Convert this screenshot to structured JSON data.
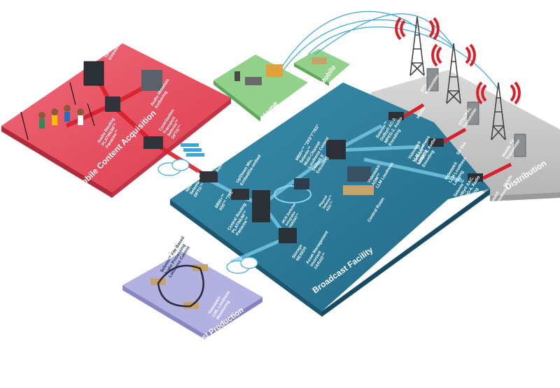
{
  "zones": {
    "mobile": "Mobile Content Acquisition",
    "broadcast": "Broadcast Facility",
    "post": "Post Production",
    "distribution": "Distribution",
    "home": "Home",
    "mobile_rx": "Mobile"
  },
  "transmitters": [
    {
      "title": "DTV",
      "sub": "Transmitter"
    },
    {
      "title": "NTSC/PAL",
      "sub": "Transmitter"
    },
    {
      "title": "Mobile TV",
      "sub": "Transmitter"
    }
  ],
  "dist_outputs": [
    "HD/SD",
    "SD Out",
    "Mobile"
  ],
  "labels": {
    "mobile_semantic": [
      "Semantic™",
      "6800+™ \"2XS\"/\"78S\"",
      "Up/Down Mix,",
      "Embed/De-Embed"
    ],
    "audio_meta": [
      "Audio Metadata",
      "Authoring"
    ],
    "audio_routing": [
      "Audio Routing",
      "PLATINUM™",
      "Panacea™"
    ],
    "contribution": [
      "Contribution",
      "Transport",
      "Selenio™",
      "DPTG™"
    ],
    "networking": [
      "Networking",
      "Selenio™",
      "DPTG™"
    ],
    "dolby_decoding": [
      "Dolby® E Decoding,",
      "Audio Metadata Embedding"
    ],
    "updown_mix": [
      "Up/Down Mix,",
      "Embed/De-embed"
    ],
    "x6800": [
      "6800+™",
      "X50™ \"78S\""
    ],
    "central_routing": [
      "Central Routing",
      "PLATINUM™",
      "Panacea™"
    ],
    "storage": [
      "Storage",
      "NEXIO®"
    ],
    "asset_mgmt": [
      "Asset Management",
      "Invenio®",
      "FARAD™"
    ],
    "mcr": [
      "MCR Switcher",
      "Integrator",
      "VERSIO™"
    ],
    "playout": [
      "Playout",
      "Selenio™",
      "ADC™"
    ],
    "encoders": [
      "6800+™ \"2XS\"/\"78S\"",
      "Selenio™",
      "Multi-Channel",
      "Loudness Control",
      "Dolby® E",
      "Encoding"
    ],
    "videotek_main": [
      "Videotek®",
      "ADM™",
      "LLM Loudness"
    ],
    "control_room": "Control Room",
    "dist_enc": [
      {
        "lines": [
          "Selenio™",
          "Dolby® AC-3,",
          "MPEG-2, Audio",
          "Encoding"
        ]
      },
      {
        "lines": [
          "Selenio™",
          "MPEG-2, Audio",
          "Encoding"
        ]
      },
      {
        "lines": [
          "Selenio™",
          "Dolby® AAC,",
          "MPEG-4, Audio",
          "Encoding"
        ]
      }
    ],
    "dist_llm": [
      {
        "lines": [
          "Videotek®",
          "LLM Loudness",
          "Logging"
        ]
      },
      {
        "lines": [
          "Videotek®",
          "LLM Loudness",
          "Logging"
        ]
      },
      {
        "lines": [
          "Videotek®",
          "LLM Loudness",
          "Logging"
        ]
      }
    ],
    "post_net": [
      "Selenio™ File Based",
      "Audio Processing",
      "Loudness Control"
    ],
    "post_cml": [
      "Videotek®",
      "CML Loudness",
      "Monitoring"
    ]
  },
  "colors": {
    "mobile_zone": "#e8485a",
    "broadcast_zone": "#2e7e9c",
    "post_zone": "#a9a6da",
    "dist_zone": "#c8c8c8",
    "home_zone": "#8fcf85",
    "signal_red": "#d8202a",
    "beam_blue": "#3aa7d8"
  }
}
